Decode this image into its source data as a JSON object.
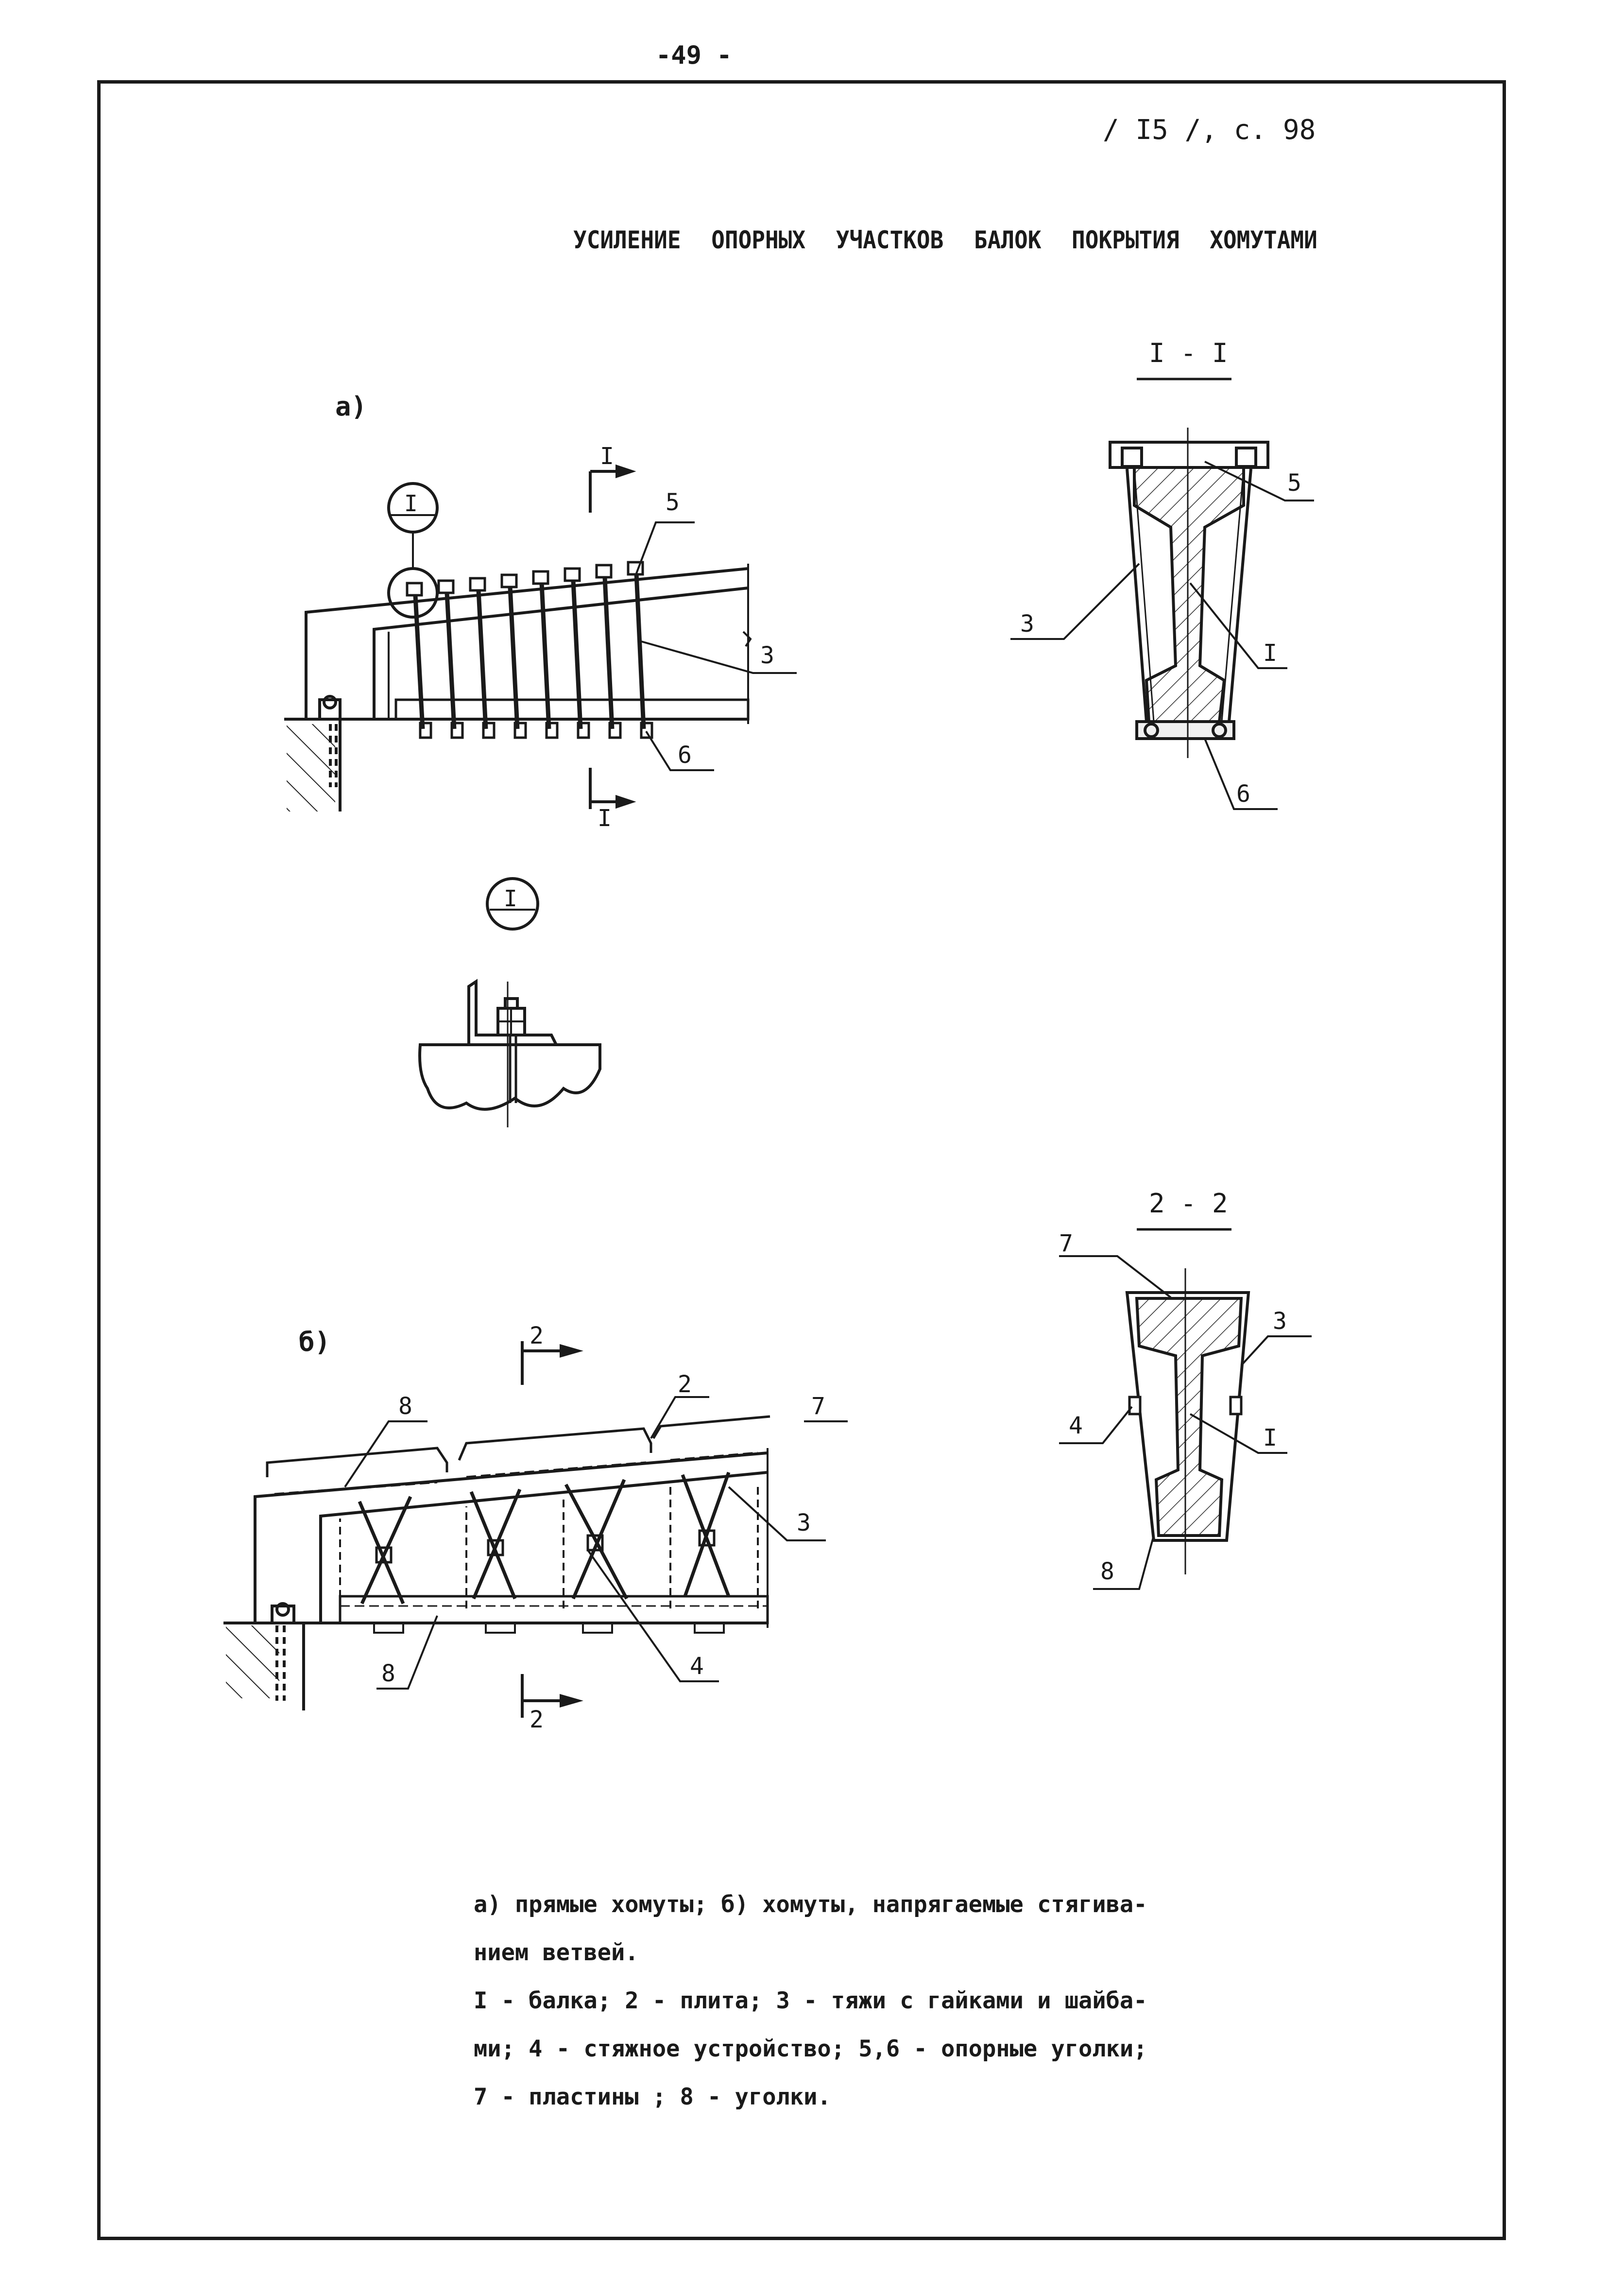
{
  "page_number": "-49 -",
  "reference": "/ I5 /, с. 98",
  "title": "УСИЛЕНИЕ ОПОРНЫХ УЧАСТКОВ БАЛОК ПОКРЫТИЯ ХОМУТАМИ",
  "figure_a": {
    "label": "а)",
    "section_mark": "I",
    "detail_mark": "I",
    "callouts": [
      "5",
      "3",
      "6"
    ]
  },
  "figure_b": {
    "label": "б)",
    "section_mark": "2",
    "callouts": [
      "8",
      "2",
      "7",
      "3",
      "8",
      "4"
    ]
  },
  "section_1": {
    "title": "I - I",
    "callouts": [
      "5",
      "3",
      "I",
      "6"
    ]
  },
  "section_2": {
    "title": "2 - 2",
    "callouts": [
      "7",
      "3",
      "4",
      "I",
      "8"
    ]
  },
  "caption_lines": [
    "а) прямые хомуты; б) хомуты, напрягаемые стягива-",
    "нием ветвей.",
    "I - балка; 2 - плита; 3 - тяжи с гайками и шайба-",
    "ми; 4 - стяжное устройство; 5,6 - опорные уголки;",
    "7 - пластины ; 8 - уголки."
  ]
}
